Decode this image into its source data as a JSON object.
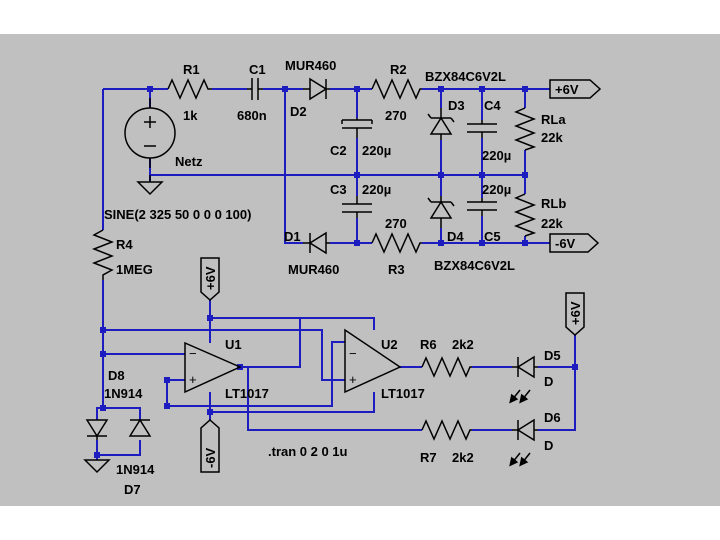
{
  "colors": {
    "background": "#c0c0c0",
    "wire": "#1c1cbf",
    "component": "#000000",
    "page": "#ffffff"
  },
  "components": {
    "R1": {
      "name": "R1",
      "value": "1k"
    },
    "C1": {
      "name": "C1",
      "value": "680n"
    },
    "D2": {
      "name": "D2",
      "model": "MUR460"
    },
    "R2": {
      "name": "R2",
      "value": "270"
    },
    "D3": {
      "name": "D3",
      "model": "BZX84C6V2L"
    },
    "C4": {
      "name": "C4",
      "value": "220µ"
    },
    "RLa": {
      "name": "RLa",
      "value": "22k"
    },
    "C2": {
      "name": "C2",
      "value": "220µ"
    },
    "C3": {
      "name": "C3",
      "value": "220µ"
    },
    "C5": {
      "name": "C5",
      "value": "220µ"
    },
    "RLb": {
      "name": "RLb",
      "value": "22k"
    },
    "R3": {
      "name": "R3",
      "value": "270"
    },
    "D1": {
      "name": "D1",
      "model": "MUR460"
    },
    "D4": {
      "name": "D4",
      "model": "BZX84C6V2L"
    },
    "V1": {
      "name": "Netz",
      "value": "SINE(2 325 50 0 0 0 100)"
    },
    "R4": {
      "name": "R4",
      "value": "1MEG"
    },
    "U1": {
      "name": "U1",
      "model": "LT1017"
    },
    "U2": {
      "name": "U2",
      "model": "LT1017"
    },
    "R6": {
      "name": "R6",
      "value": "2k2"
    },
    "R7": {
      "name": "R7",
      "value": "2k2"
    },
    "D5": {
      "name": "D5",
      "model": "D"
    },
    "D6": {
      "name": "D6",
      "model": "D"
    },
    "D7": {
      "name": "D7",
      "model": "1N914"
    },
    "D8": {
      "name": "D8",
      "model": "1N914"
    }
  },
  "net_labels": {
    "pos_out": "+6V",
    "neg_out": "-6V",
    "u1_pos": "+6V",
    "u1_neg": "-6V",
    "led_supply": "+6V"
  },
  "directive": ".tran 0 2 0 1u"
}
